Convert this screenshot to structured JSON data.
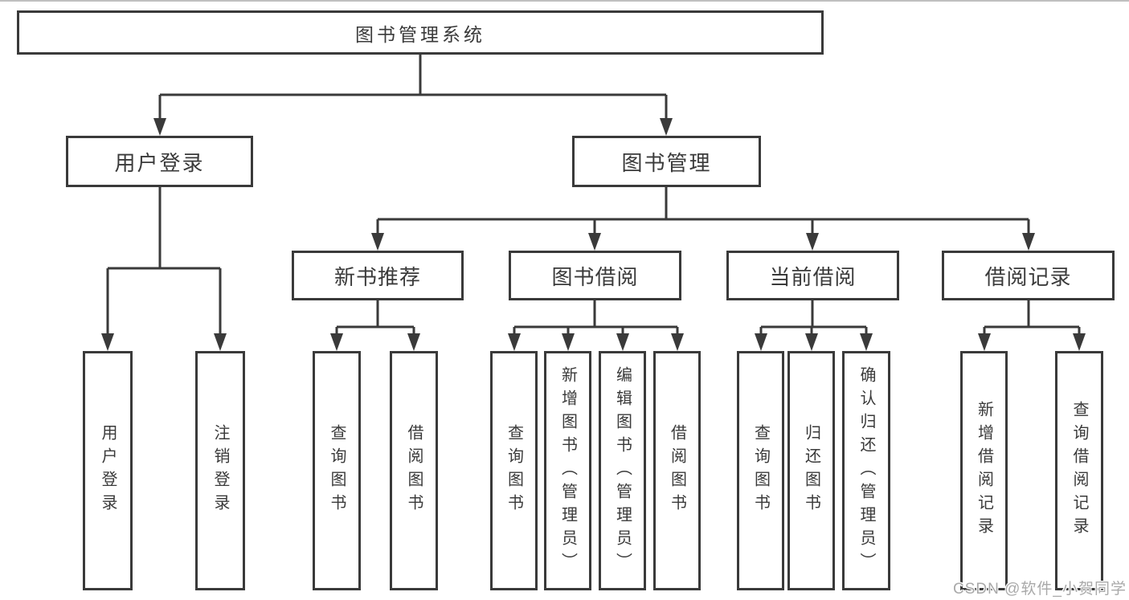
{
  "diagram_type": "hierarchy-tree",
  "colors": {
    "line": "#3a3a3a",
    "box_border": "#3a3a3a",
    "box_background": "#ffffff",
    "text": "#3a3a3a",
    "watermark": "#a9a9a9"
  },
  "tree": {
    "label": "图书管理系统",
    "children": [
      {
        "label": "用户登录",
        "children": [
          {
            "label": "用户登录"
          },
          {
            "label": "注销登录"
          }
        ]
      },
      {
        "label": "图书管理",
        "children": [
          {
            "label": "新书推荐",
            "children": [
              {
                "label": "查询图书"
              },
              {
                "label": "借阅图书"
              }
            ]
          },
          {
            "label": "图书借阅",
            "children": [
              {
                "label": "查询图书"
              },
              {
                "label": "新增图书（管理员）"
              },
              {
                "label": "编辑图书（管理员）"
              },
              {
                "label": "借阅图书"
              }
            ]
          },
          {
            "label": "当前借阅",
            "children": [
              {
                "label": "查询图书"
              },
              {
                "label": "归还图书"
              },
              {
                "label": "确认归还（管理员）"
              }
            ]
          },
          {
            "label": "借阅记录",
            "children": [
              {
                "label": "新增借阅记录"
              },
              {
                "label": "查询借阅记录"
              }
            ]
          }
        ]
      }
    ]
  },
  "watermark": {
    "text": "CSDN @软件_小贺同学"
  }
}
